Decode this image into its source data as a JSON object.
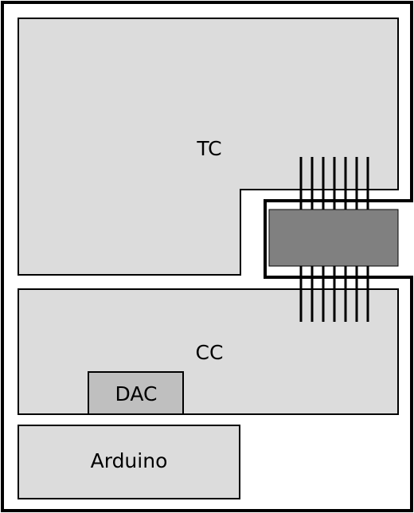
{
  "diagram": {
    "labels": {
      "tc": "TC",
      "cc": "CC",
      "dac": "DAC",
      "arduino": "Arduino"
    },
    "colors": {
      "stroke": "#000000",
      "panel_fill": "#dcdcdc",
      "dac_fill": "#bfbfbf",
      "clamp_fill": "#808080",
      "background": "#ffffff"
    },
    "wire_count": 7
  }
}
